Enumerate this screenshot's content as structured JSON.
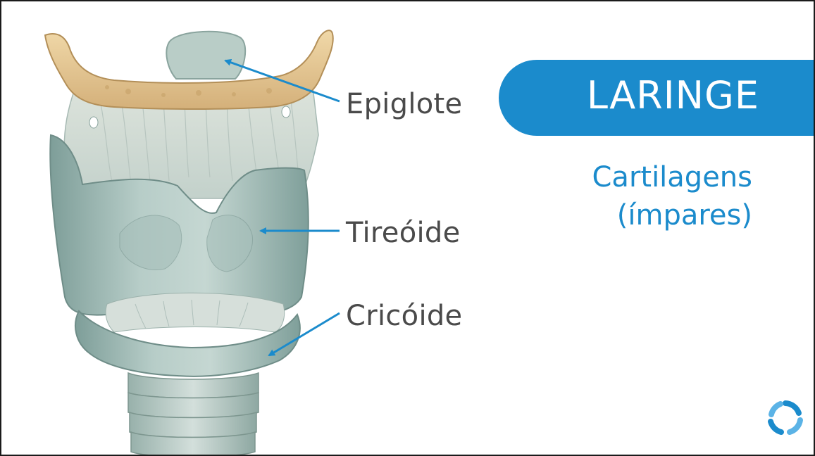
{
  "labels": {
    "epiglote": "Epiglote",
    "tireoide": "Tireóide",
    "cricoide": "Cricóide"
  },
  "title": "LARINGE",
  "subtitle": {
    "line1": "Cartilagens",
    "line2": "(ímpares)"
  },
  "colors": {
    "accent": "#1b8bcc",
    "label_text": "#4a4a4a",
    "cartilage": "#a9c2bd",
    "hyoid_bone": "#e6c897"
  },
  "icons": {
    "logo": "brand-logo-icon"
  }
}
